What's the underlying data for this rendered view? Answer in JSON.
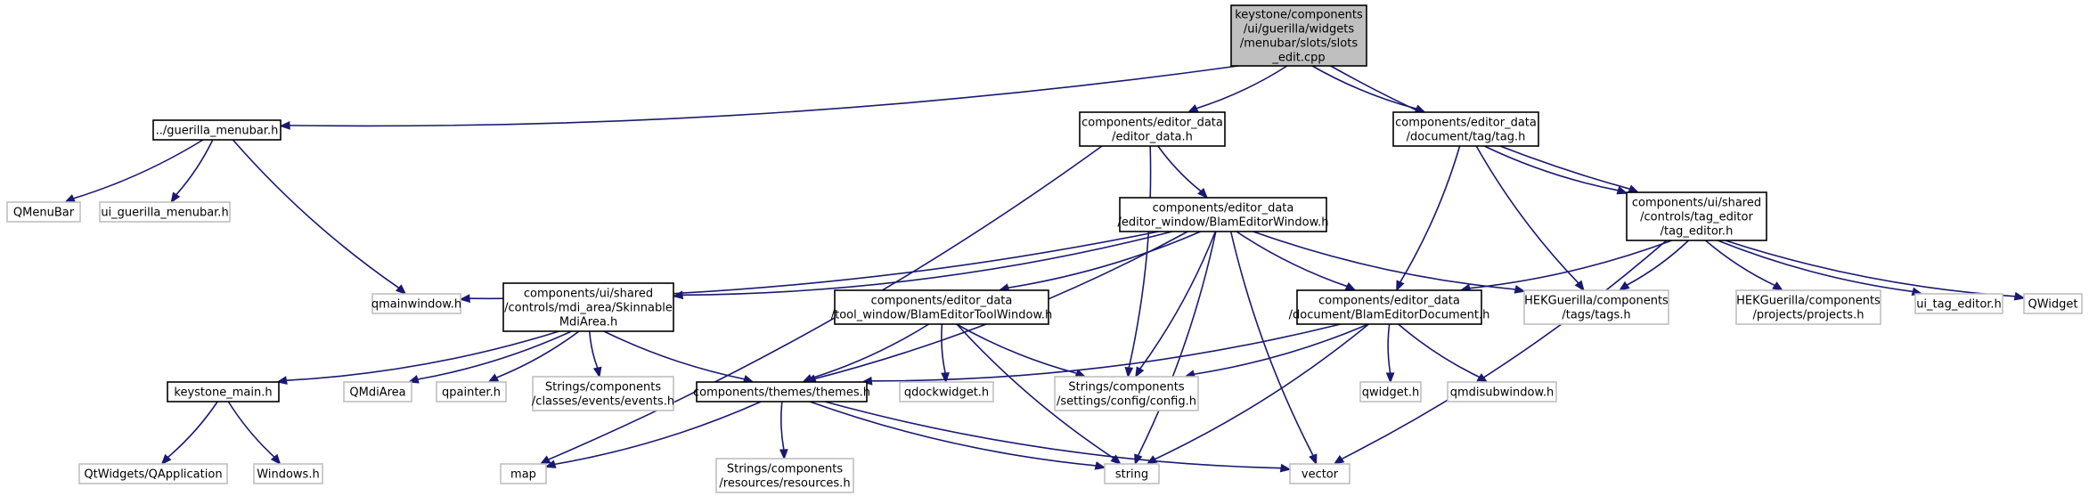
{
  "colors": {
    "edge": "#191970",
    "node_border_defined": "#000000",
    "node_border_external": "#bfbfbf",
    "node_fill": "#ffffff",
    "root_fill": "#bfbfbf",
    "root_border": "#000000"
  },
  "nodes": [
    {
      "id": "root",
      "kind": "root",
      "lines": [
        "keystone/components",
        "/ui/guerilla/widgets",
        "/menubar/slots/slots",
        "_edit.cpp"
      ]
    },
    {
      "id": "guerilla_menubar",
      "kind": "defined",
      "lines": [
        "../guerilla_menubar.h"
      ]
    },
    {
      "id": "qmenubar",
      "kind": "external",
      "lines": [
        "QMenuBar"
      ]
    },
    {
      "id": "ui_guerilla_menubar",
      "kind": "external",
      "lines": [
        "ui_guerilla_menubar.h"
      ]
    },
    {
      "id": "editor_data",
      "kind": "defined",
      "lines": [
        "components/editor_data",
        "/editor_data.h"
      ]
    },
    {
      "id": "blam_editor_window",
      "kind": "defined",
      "lines": [
        "components/editor_data",
        "/editor_window/BlamEditorWindow.h"
      ]
    },
    {
      "id": "tag_h",
      "kind": "defined",
      "lines": [
        "components/editor_data",
        "/document/tag/tag.h"
      ]
    },
    {
      "id": "tag_editor",
      "kind": "defined",
      "lines": [
        "components/ui/shared",
        "/controls/tag_editor",
        "/tag_editor.h"
      ]
    },
    {
      "id": "qmainwindow",
      "kind": "external",
      "lines": [
        "qmainwindow.h"
      ]
    },
    {
      "id": "skinnable_mdi",
      "kind": "defined",
      "lines": [
        "components/ui/shared",
        "/controls/mdi_area/Skinnable",
        "MdiArea.h"
      ]
    },
    {
      "id": "tool_window",
      "kind": "defined",
      "lines": [
        "components/editor_data",
        "/tool_window/BlamEditorToolWindow.h"
      ]
    },
    {
      "id": "blam_editor_document",
      "kind": "defined",
      "lines": [
        "components/editor_data",
        "/document/BlamEditorDocument.h"
      ]
    },
    {
      "id": "hek_tags",
      "kind": "external",
      "lines": [
        "HEKGuerilla/components",
        "/tags/tags.h"
      ]
    },
    {
      "id": "hek_projects",
      "kind": "external",
      "lines": [
        "HEKGuerilla/components",
        "/projects/projects.h"
      ]
    },
    {
      "id": "ui_tag_editor",
      "kind": "external",
      "lines": [
        "ui_tag_editor.h"
      ]
    },
    {
      "id": "qwidget_cls",
      "kind": "external",
      "lines": [
        "QWidget"
      ]
    },
    {
      "id": "keystone_main",
      "kind": "defined",
      "lines": [
        "keystone_main.h"
      ]
    },
    {
      "id": "qmdiarea",
      "kind": "external",
      "lines": [
        "QMdiArea"
      ]
    },
    {
      "id": "qpainter",
      "kind": "external",
      "lines": [
        "qpainter.h"
      ]
    },
    {
      "id": "events",
      "kind": "external",
      "lines": [
        "Strings/components",
        "/classes/events/events.h"
      ]
    },
    {
      "id": "themes",
      "kind": "defined",
      "lines": [
        "components/themes/themes.h"
      ]
    },
    {
      "id": "qdockwidget",
      "kind": "external",
      "lines": [
        "qdockwidget.h"
      ]
    },
    {
      "id": "config",
      "kind": "external",
      "lines": [
        "Strings/components",
        "/settings/config/config.h"
      ]
    },
    {
      "id": "qwidget_h",
      "kind": "external",
      "lines": [
        "qwidget.h"
      ]
    },
    {
      "id": "qmdisubwindow",
      "kind": "external",
      "lines": [
        "qmdisubwindow.h"
      ]
    },
    {
      "id": "qapplication",
      "kind": "external",
      "lines": [
        "QtWidgets/QApplication"
      ]
    },
    {
      "id": "windows_h",
      "kind": "external",
      "lines": [
        "Windows.h"
      ]
    },
    {
      "id": "map",
      "kind": "external",
      "lines": [
        "map"
      ]
    },
    {
      "id": "resources",
      "kind": "external",
      "lines": [
        "Strings/components",
        "/resources/resources.h"
      ]
    },
    {
      "id": "string",
      "kind": "external",
      "lines": [
        "string"
      ]
    },
    {
      "id": "vector",
      "kind": "external",
      "lines": [
        "vector"
      ]
    }
  ],
  "edges": [
    [
      "root",
      "guerilla_menubar"
    ],
    [
      "root",
      "editor_data"
    ],
    [
      "root",
      "tag_h"
    ],
    [
      "root",
      "tag_editor"
    ],
    [
      "guerilla_menubar",
      "qmenubar"
    ],
    [
      "guerilla_menubar",
      "ui_guerilla_menubar"
    ],
    [
      "guerilla_menubar",
      "qmainwindow"
    ],
    [
      "editor_data",
      "blam_editor_window"
    ],
    [
      "editor_data",
      "map"
    ],
    [
      "editor_data",
      "config"
    ],
    [
      "tag_h",
      "tag_editor"
    ],
    [
      "tag_h",
      "blam_editor_document"
    ],
    [
      "tag_h",
      "hek_tags"
    ],
    [
      "tag_editor",
      "blam_editor_document"
    ],
    [
      "tag_editor",
      "hek_tags"
    ],
    [
      "tag_editor",
      "hek_projects"
    ],
    [
      "tag_editor",
      "ui_tag_editor"
    ],
    [
      "tag_editor",
      "qwidget_cls"
    ],
    [
      "tag_editor",
      "vector"
    ],
    [
      "blam_editor_window",
      "qmainwindow"
    ],
    [
      "blam_editor_window",
      "skinnable_mdi"
    ],
    [
      "blam_editor_window",
      "tool_window"
    ],
    [
      "blam_editor_window",
      "blam_editor_document"
    ],
    [
      "blam_editor_window",
      "hek_tags"
    ],
    [
      "blam_editor_window",
      "themes"
    ],
    [
      "blam_editor_window",
      "config"
    ],
    [
      "blam_editor_window",
      "string"
    ],
    [
      "blam_editor_window",
      "vector"
    ],
    [
      "skinnable_mdi",
      "keystone_main"
    ],
    [
      "skinnable_mdi",
      "qmdiarea"
    ],
    [
      "skinnable_mdi",
      "qpainter"
    ],
    [
      "skinnable_mdi",
      "events"
    ],
    [
      "skinnable_mdi",
      "themes"
    ],
    [
      "tool_window",
      "themes"
    ],
    [
      "tool_window",
      "qdockwidget"
    ],
    [
      "tool_window",
      "config"
    ],
    [
      "tool_window",
      "string"
    ],
    [
      "blam_editor_document",
      "themes"
    ],
    [
      "blam_editor_document",
      "config"
    ],
    [
      "blam_editor_document",
      "qwidget_h"
    ],
    [
      "blam_editor_document",
      "qmdisubwindow"
    ],
    [
      "blam_editor_document",
      "string"
    ],
    [
      "keystone_main",
      "qapplication"
    ],
    [
      "keystone_main",
      "windows_h"
    ],
    [
      "themes",
      "map"
    ],
    [
      "themes",
      "resources"
    ],
    [
      "themes",
      "string"
    ],
    [
      "themes",
      "vector"
    ]
  ]
}
